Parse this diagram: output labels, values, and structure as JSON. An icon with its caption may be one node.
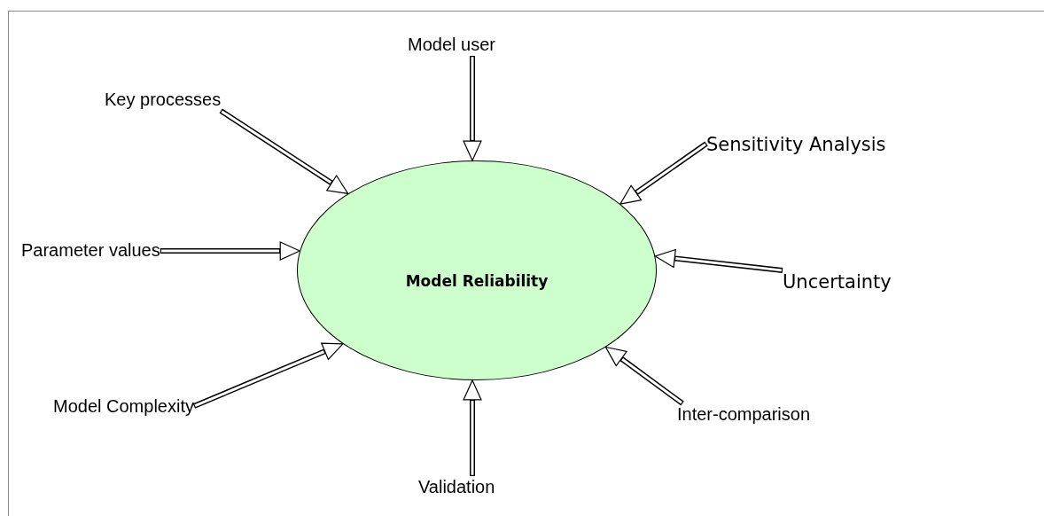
{
  "diagram": {
    "nodes": [
      {
        "text": [
          "Model Reliability"
        ]
      },
      {
        "text": [
          "Key processes"
        ]
      },
      {
        "text": [
          "Model user"
        ]
      },
      {
        "text": [
          "Sensitivity Analysis"
        ]
      },
      {
        "text": [
          "Parameter values"
        ]
      },
      {
        "text": [
          "Uncertainty"
        ]
      },
      {
        "text": [
          "Model Complexity"
        ]
      },
      {
        "text": [
          "Inter-comparison"
        ]
      },
      {
        "text": [
          "Validation"
        ]
      }
    ],
    "edges": [
      {
        "from": 1,
        "to": 0,
        "arrow": "to"
      },
      {
        "from": 2,
        "to": 0,
        "arrow": "to"
      },
      {
        "from": 3,
        "to": 0,
        "arrow": "to"
      },
      {
        "from": 4,
        "to": 0,
        "arrow": "to"
      },
      {
        "from": 5,
        "to": 0,
        "arrow": "to"
      },
      {
        "from": 6,
        "to": 0,
        "arrow": "to"
      },
      {
        "from": 7,
        "to": 0,
        "arrow": "to"
      },
      {
        "from": 8,
        "to": 0,
        "arrow": "to"
      }
    ]
  }
}
